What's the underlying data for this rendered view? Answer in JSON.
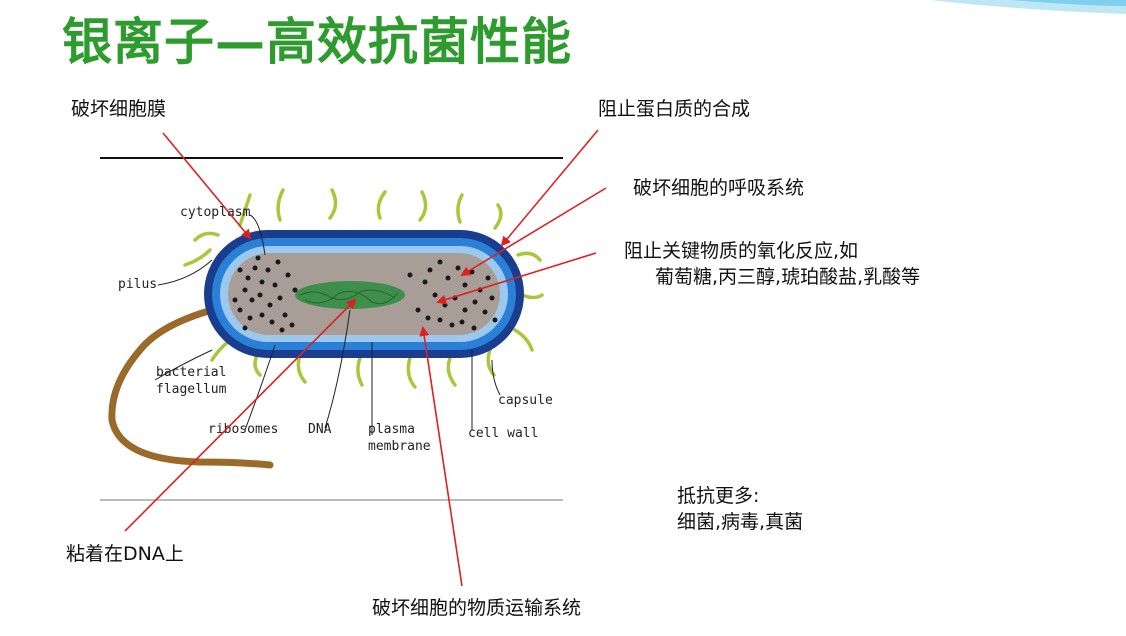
{
  "slide": {
    "title": "银离子—高效抗菌性能",
    "annotations": {
      "damage_membrane": "破坏细胞膜",
      "block_protein": "阻止蛋白质的合成",
      "damage_respiration": "破坏细胞的呼吸系统",
      "block_oxidation_line1": "阻止关键物质的氧化反应,如",
      "block_oxidation_line2": "葡萄糖,丙三醇,琥珀酸盐,乳酸等",
      "stick_dna": "粘着在DNA上",
      "damage_transport": "破坏细胞的物质运输系统",
      "resist_more_line1": "抵抗更多:",
      "resist_more_line2": "细菌,病毒,真菌"
    }
  },
  "diagram_labels": {
    "cytoplasm": "cytoplasm",
    "pilus": "pilus",
    "bacterial": "bacterial",
    "flagellum": "flagellum",
    "ribosomes": "ribosomes",
    "dna": "DNA",
    "plasma": "plasma",
    "membrane": "membrane",
    "cell_wall": "cell wall",
    "capsule": "capsule"
  },
  "colors": {
    "title_green": "#2e9b2e",
    "arrow_red": "#e02020",
    "capsule_dark_blue": "#1a3d8f",
    "cell_wall_blue": "#2a7fd6",
    "membrane_light_blue": "#9cc8ee",
    "cytoplasm_gray": "#a89e97",
    "pili_green": "#a8c83a",
    "dna_green": "#2e8b3e",
    "flagellum_brown": "#9a6a2a"
  }
}
